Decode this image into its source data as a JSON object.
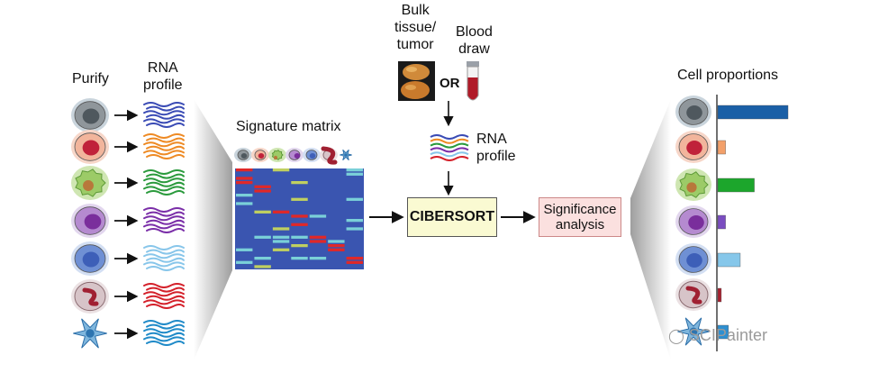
{
  "labels": {
    "purify": "Purify",
    "rna_profile_left": [
      "RNA",
      "profile"
    ],
    "signature_matrix": "Signature matrix",
    "bulk": [
      "Bulk",
      "tissue/",
      "tumor"
    ],
    "blood": [
      "Blood",
      "draw"
    ],
    "or": "OR",
    "rna_profile_mid": [
      "RNA",
      "profile"
    ],
    "cibersort": "CIBERSORT",
    "significance": [
      "Significance",
      "analysis"
    ],
    "cell_proportions": "Cell proportions",
    "watermark": "SCIPainter"
  },
  "cells": [
    {
      "type": "monocyte",
      "body": "#8f969b",
      "nucleus": "#4f585e",
      "halo": "#c9d4dc",
      "profile_color": "#3a4bb5"
    },
    {
      "type": "erythroid",
      "body": "#f2b59c",
      "nucleus": "#c0223a",
      "halo": "#f7d6c8",
      "profile_color": "#ee8a24"
    },
    {
      "type": "macrophage",
      "body": "#9ccb67",
      "nucleus": "#b8783b",
      "halo": "#cfe6b2",
      "profile_color": "#2a9a3c"
    },
    {
      "type": "plasma",
      "body": "#b58ad0",
      "nucleus": "#7a2e9c",
      "halo": "#e2d6ee",
      "profile_color": "#7a2ea8"
    },
    {
      "type": "lymphocyte",
      "body": "#6f90d4",
      "nucleus": "#3d5fb8",
      "halo": "#d3dff3",
      "profile_color": "#88c6ea"
    },
    {
      "type": "neutrophil",
      "body": "#d7c4c8",
      "nucleus": "#a02032",
      "halo": "#ebe1e3",
      "profile_color": "#d4202a"
    },
    {
      "type": "dendritic",
      "body": "#7fb6dd",
      "nucleus": "#2d74b0",
      "halo": "#ffffff",
      "profile_color": "#1f8ac8"
    }
  ],
  "colors": {
    "matrix_bg": "#3a55b0",
    "matrix_high": "#e02828",
    "matrix_mid": "#7ad0d8",
    "arrow": "#111111",
    "proportion_bar_stroke": "#333333"
  },
  "chart_data": {
    "type": "bar",
    "title": "Cell proportions",
    "categories": [
      "monocyte",
      "erythroid",
      "macrophage",
      "plasma",
      "lymphocyte",
      "neutrophil",
      "dendritic"
    ],
    "values": [
      1.0,
      0.11,
      0.52,
      0.11,
      0.32,
      0.05,
      0.15
    ],
    "colors": [
      "#1a5fa6",
      "#f3a06a",
      "#1ca62c",
      "#7a4cc0",
      "#86c7ea",
      "#a8202e",
      "#2e8fd0"
    ]
  }
}
